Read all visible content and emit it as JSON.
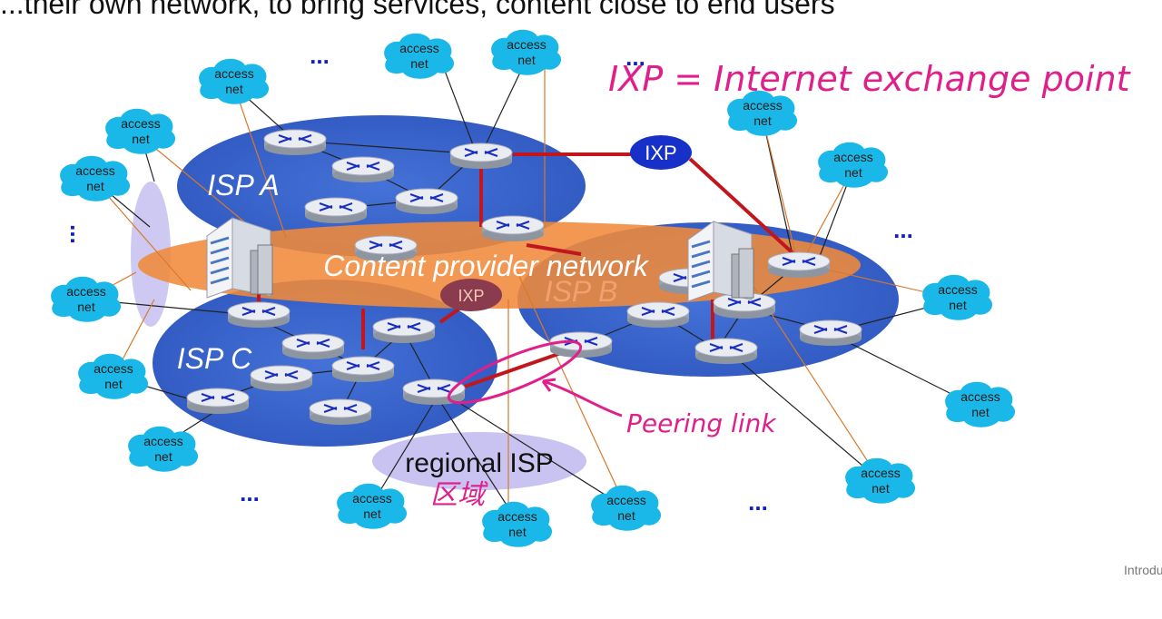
{
  "slide": {
    "title": "...their own network, to bring services, content close to end users",
    "footer": "Introduction"
  },
  "diagram": {
    "access_net_label": [
      "access",
      "net"
    ],
    "isp_a": "ISP A",
    "isp_b": "ISP B",
    "isp_c": "ISP C",
    "content_provider": "Content provider network",
    "ixp_top": "IXP",
    "ixp_middle": "IXP",
    "regional_isp": "regional ISP",
    "ellipsis": "...",
    "annotations": {
      "ixp_definition": "IXP = Internet exchange point",
      "peering_link": "Peering link",
      "regional_note": "区域"
    }
  },
  "colors": {
    "isp_blue": "#3a63c9",
    "content_orange": "#f08a3a",
    "access_cyan": "#1ab8e8",
    "link_red": "#c0161c",
    "ixp_navy": "#1730c8",
    "handwriting_pink": "#e0208a",
    "regional_lavender": "#c9c3f2"
  }
}
